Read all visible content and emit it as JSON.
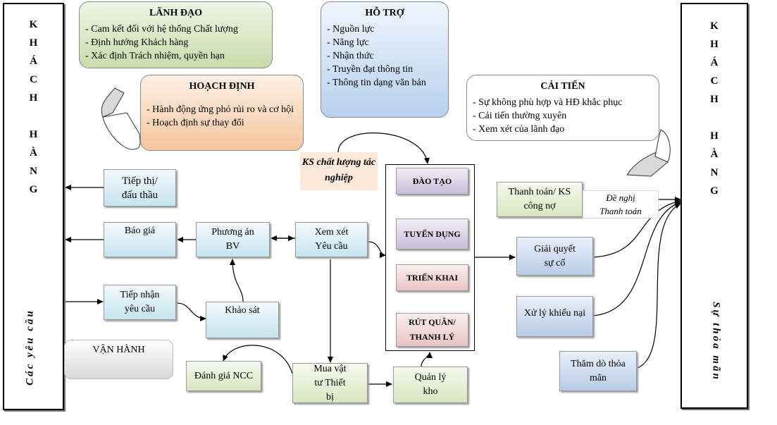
{
  "left_customer": {
    "letters": [
      "K",
      "H",
      "Á",
      "C",
      "H",
      "",
      "H",
      "À",
      "N",
      "G"
    ],
    "caption": "Các yêu cầu"
  },
  "right_customer": {
    "letters": [
      "K",
      "H",
      "Á",
      "C",
      "H",
      "",
      "H",
      "À",
      "N",
      "G"
    ],
    "caption": "Sự thỏa mãn"
  },
  "lanh_dao": {
    "title": "LÃNH ĐẠO",
    "items": [
      "Cam kết đối với hệ thống Chất lượng",
      "Định hướng Khách hàng",
      "Xác định Trách nhiệm, quyền hạn"
    ]
  },
  "ho_tro": {
    "title": "HỖ TRỢ",
    "items": [
      "Nguồn lực",
      "Năng lực",
      "Nhận thức",
      "Truyền đạt thông tin",
      "Thông tin dạng văn bản"
    ]
  },
  "hoach_dinh": {
    "title": "HOẠCH ĐỊNH",
    "items": [
      "Hành động ứng phó rủi ro và cơ hội",
      "Hoạch định sự thay đổi"
    ]
  },
  "cai_tien": {
    "title": "CẢI TIẾN",
    "items": [
      "Sự không phù hợp và HĐ khắc phục",
      "Cải tiến thường xuyên",
      "Xem xét của lãnh đạo"
    ]
  },
  "van_hanh": "VẬN HÀNH",
  "ks_chat_luong": "KS chất lượng tác nghiệp",
  "center_panel": [
    "ĐÀO TẠO",
    "TUYỂN DỤNG",
    "TRIỂN KHAI",
    "RÚT QUÂN/ THANH LÝ"
  ],
  "boxes": {
    "tiep_thi": "Tiếp thị/ đấu thầu",
    "bao_gia": "Báo giá",
    "phuong_an": "Phương án BV",
    "xem_xet": "Xem xét Yêu cầu",
    "tiep_nhan": "Tiếp nhận yêu cầu",
    "khao_sat": "Khảo sát",
    "danh_gia_ncc": "Đánh giá NCC",
    "mua_vat_tu": "Mua vật tư Thiết bị",
    "quan_ly_kho": "Quản lý kho",
    "thanh_toan": "Thanh toán/ KS công nợ",
    "de_nghi": "Đề nghị Thanh toán",
    "giai_quyet": "Giải quyết sự cố",
    "xu_ly": "Xử lý khiếu nại",
    "tham_do": "Thăm dò thỏa mãn"
  },
  "colors": {
    "lanh_dao": "#d8e6c2",
    "ho_tro": "#c9dcf2",
    "hoach_dinh": "#f7cfae",
    "box_blue": "#c6e4ef",
    "box_green": "#d9e6c0"
  }
}
